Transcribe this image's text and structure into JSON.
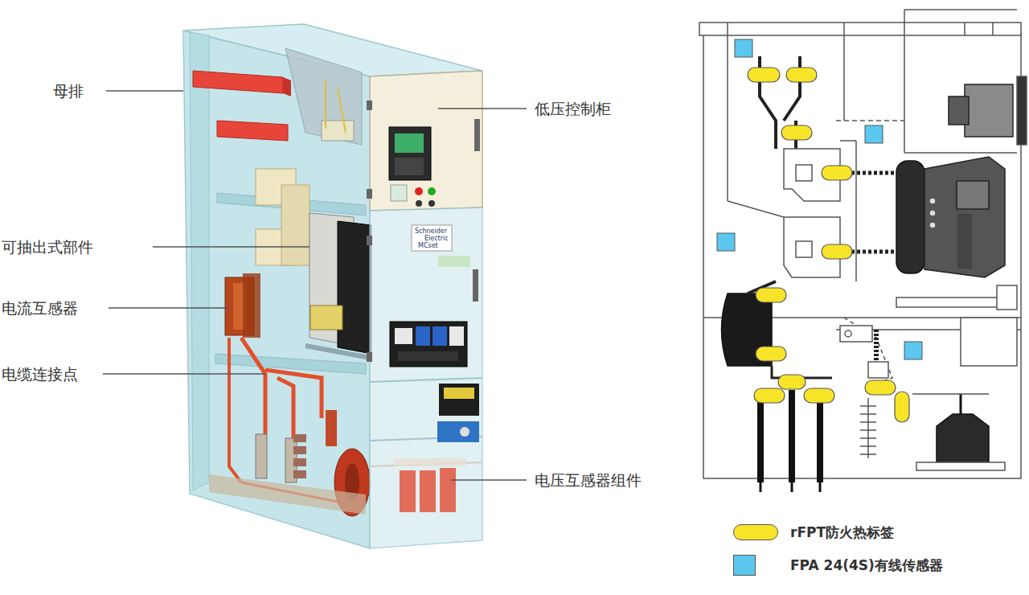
{
  "diagram": {
    "labels": [
      "母排",
      "低压控制柜",
      "可抽出式部件",
      "电流互感器",
      "电缆连接点",
      "电压互感器组件",
      "Schneider",
      "Electric",
      "MCset"
    ],
    "legend": [
      {
        "text": "rFPT防火热标签",
        "color": "#f7e428"
      },
      {
        "text": "FPA 24(4S)有线传感器",
        "color": "#5bc7ee"
      }
    ]
  }
}
